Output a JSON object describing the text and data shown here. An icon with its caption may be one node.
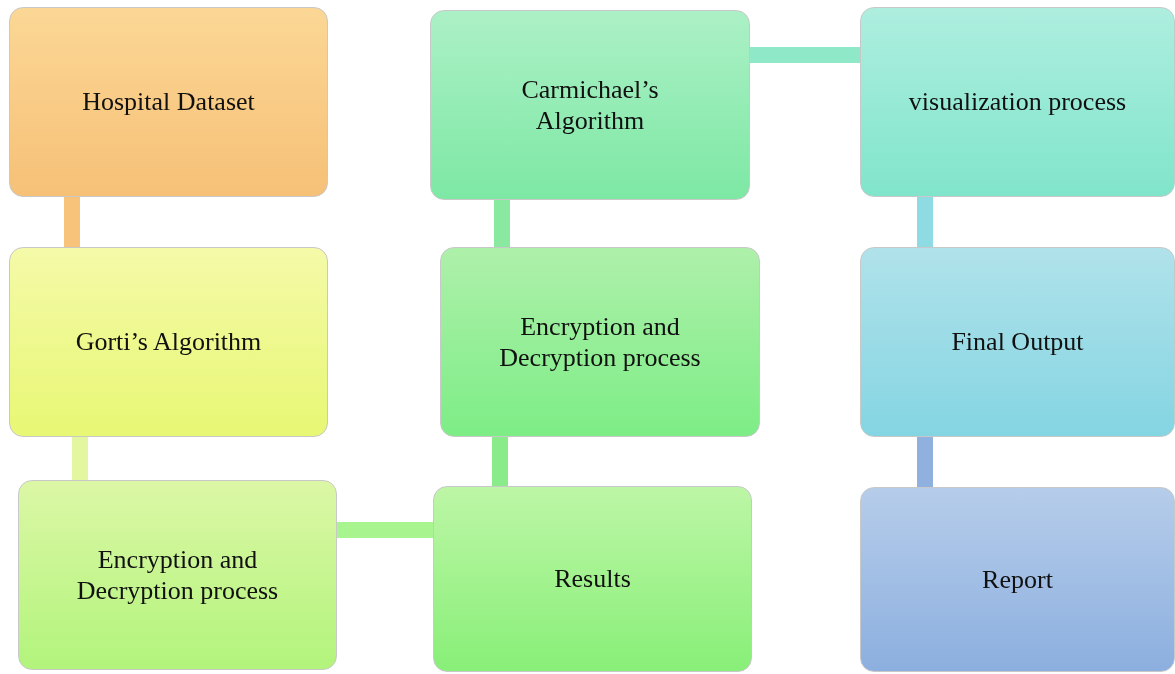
{
  "diagram": {
    "nodes": [
      {
        "text": [
          "Hospital Dataset"
        ]
      },
      {
        "text": [
          "Gorti’s Algorithm"
        ]
      },
      {
        "text": [
          "Encryption and Decryption process"
        ]
      },
      {
        "text": [
          "Results"
        ]
      },
      {
        "text": [
          "Encryption and Decryption process"
        ]
      },
      {
        "text": [
          "Carmichael’s Algorithm"
        ]
      },
      {
        "text": [
          "visualization process"
        ]
      },
      {
        "text": [
          "Final Output"
        ]
      },
      {
        "text": [
          "Report"
        ]
      }
    ],
    "edges": [
      {
        "from": 0,
        "to": 1,
        "arrow": "none",
        "color": "#f7c27a"
      },
      {
        "from": 1,
        "to": 2,
        "arrow": "none",
        "color": "#e3f7a0"
      },
      {
        "from": 2,
        "to": 3,
        "arrow": "none",
        "color": "#a8f590"
      },
      {
        "from": 3,
        "to": 4,
        "arrow": "none",
        "color": "#8aeb8a"
      },
      {
        "from": 4,
        "to": 5,
        "arrow": "none",
        "color": "#8ae9a0"
      },
      {
        "from": 5,
        "to": 6,
        "arrow": "none",
        "color": "#8fe8c8"
      },
      {
        "from": 6,
        "to": 7,
        "arrow": "none",
        "color": "#8fdbe3"
      },
      {
        "from": 7,
        "to": 8,
        "arrow": "none",
        "color": "#90b0e0"
      }
    ]
  }
}
